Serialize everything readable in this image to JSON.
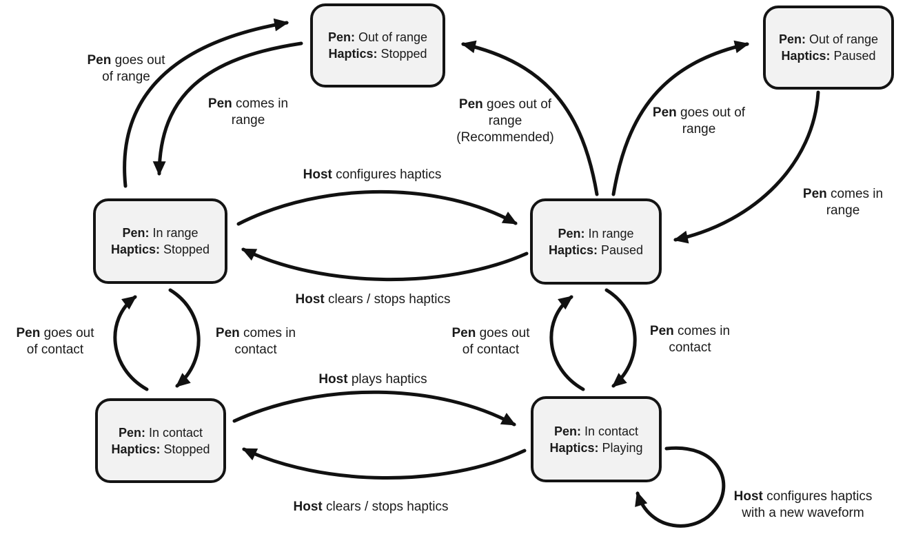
{
  "colors": {
    "background": "#ffffff",
    "state_fill": "#f2f2f2",
    "state_border": "#141414",
    "arrow": "#111111",
    "text": "#1a1a1a"
  },
  "states": [
    {
      "name": "out-of-range-stopped",
      "pen_label": "Pen:",
      "pen": "Out of range",
      "haptics_label": "Haptics:",
      "haptics": "Stopped"
    },
    {
      "name": "out-of-range-paused",
      "pen_label": "Pen:",
      "pen": "Out of range",
      "haptics_label": "Haptics:",
      "haptics": "Paused"
    },
    {
      "name": "in-range-stopped",
      "pen_label": "Pen:",
      "pen": "In range",
      "haptics_label": "Haptics:",
      "haptics": "Stopped"
    },
    {
      "name": "in-range-paused",
      "pen_label": "Pen:",
      "pen": "In range",
      "haptics_label": "Haptics:",
      "haptics": "Paused"
    },
    {
      "name": "in-contact-stopped",
      "pen_label": "Pen:",
      "pen": "In contact",
      "haptics_label": "Haptics:",
      "haptics": "Stopped"
    },
    {
      "name": "in-contact-playing",
      "pen_label": "Pen:",
      "pen": "In contact",
      "haptics_label": "Haptics:",
      "haptics": "Playing"
    }
  ],
  "transitions": {
    "pen_goes_out_of_range_left": {
      "bold": "Pen",
      "rest": "goes out of range"
    },
    "pen_comes_in_range_left": {
      "bold": "Pen",
      "rest": "comes in range"
    },
    "host_configures_haptics": {
      "bold": "Host",
      "rest": "configures haptics"
    },
    "host_clears_stops_haptics_mid": {
      "bold": "Host",
      "rest": "clears / stops haptics"
    },
    "pen_goes_out_of_range_recommended": {
      "bold": "Pen",
      "rest": "goes out of range (Recommended)"
    },
    "pen_goes_out_of_range_right": {
      "bold": "Pen",
      "rest": "goes out of range"
    },
    "pen_comes_in_range_right": {
      "bold": "Pen",
      "rest": "comes in range"
    },
    "pen_goes_out_of_contact_left": {
      "bold": "Pen",
      "rest": "goes out of contact"
    },
    "pen_comes_in_contact_left": {
      "bold": "Pen",
      "rest": "comes in contact"
    },
    "host_plays_haptics": {
      "bold": "Host",
      "rest": "plays haptics"
    },
    "host_clears_stops_haptics_bottom": {
      "bold": "Host",
      "rest": "clears / stops haptics"
    },
    "pen_goes_out_of_contact_right": {
      "bold": "Pen",
      "rest": "goes out of contact"
    },
    "pen_comes_in_contact_right": {
      "bold": "Pen",
      "rest": "comes in contact"
    },
    "host_configures_haptics_new_waveform": {
      "bold": "Host",
      "rest": "configures haptics with a new waveform"
    }
  }
}
